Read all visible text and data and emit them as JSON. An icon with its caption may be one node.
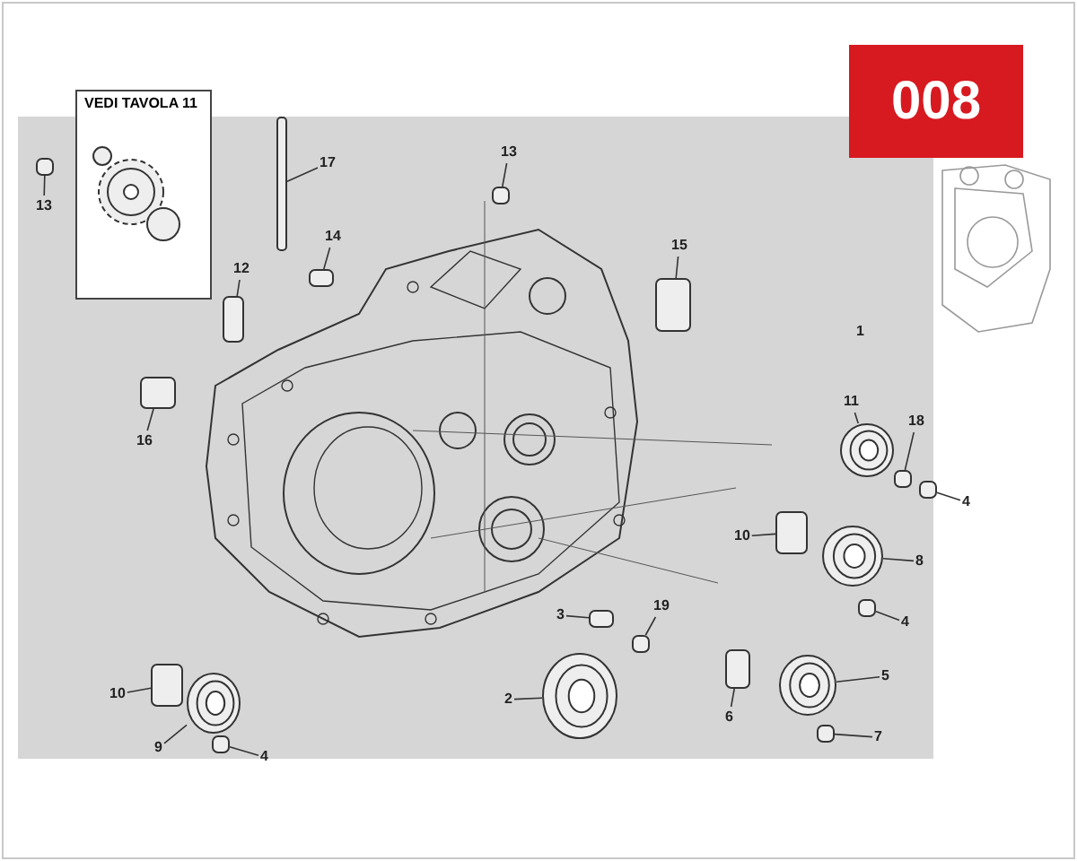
{
  "diagram": {
    "nodes": [
      {
        "text": [
          "VEDI TAVOLA 11"
        ]
      },
      {
        "text": [
          "13"
        ]
      },
      {
        "text": [
          "17"
        ]
      },
      {
        "text": [
          "12"
        ]
      },
      {
        "text": [
          "14"
        ]
      },
      {
        "text": [
          "13"
        ]
      },
      {
        "text": [
          "15"
        ]
      },
      {
        "text": [
          "16"
        ]
      },
      {
        "text": [
          "11"
        ]
      },
      {
        "text": [
          "18"
        ]
      },
      {
        "text": [
          "4"
        ]
      },
      {
        "text": [
          "10"
        ]
      },
      {
        "text": [
          "8"
        ]
      },
      {
        "text": [
          "4"
        ]
      },
      {
        "text": [
          "3"
        ]
      },
      {
        "text": [
          "19"
        ]
      },
      {
        "text": [
          "2"
        ]
      },
      {
        "text": [
          "6"
        ]
      },
      {
        "text": [
          "5"
        ]
      },
      {
        "text": [
          "7"
        ]
      },
      {
        "text": [
          "10"
        ]
      },
      {
        "text": [
          "9"
        ]
      },
      {
        "text": [
          "4"
        ]
      },
      {
        "text": [],
        "shape": "box"
      },
      {
        "text": [],
        "shape": "box"
      },
      {
        "text": [],
        "shape": "box"
      },
      {
        "text": [],
        "shape": "box"
      },
      {
        "text": [],
        "shape": "box"
      },
      {
        "text": [],
        "shape": "box"
      },
      {
        "text": [],
        "shape": "box"
      },
      {
        "text": [],
        "shape": "circle"
      },
      {
        "text": [],
        "shape": "box"
      },
      {
        "text": [],
        "shape": "box"
      },
      {
        "text": [],
        "shape": "box"
      },
      {
        "text": [],
        "shape": "circle"
      },
      {
        "text": [],
        "shape": "box"
      },
      {
        "text": [],
        "shape": "box"
      },
      {
        "text": [],
        "shape": "box"
      },
      {
        "text": [],
        "shape": "box"
      },
      {
        "text": [],
        "shape": "box"
      },
      {
        "text": [],
        "shape": "circle"
      },
      {
        "text": [],
        "shape": "circle"
      },
      {
        "text": [],
        "shape": "circle"
      },
      {
        "text": [],
        "shape": "box"
      },
      {
        "text": [],
        "shape": "box"
      }
    ],
    "edges": [
      {
        "from": 1,
        "to": 24,
        "arrow": "none"
      },
      {
        "from": 2,
        "to": 23,
        "arrow": "none"
      },
      {
        "from": 3,
        "to": 28,
        "arrow": "none"
      },
      {
        "from": 4,
        "to": 26,
        "arrow": "none"
      },
      {
        "from": 5,
        "to": 25,
        "arrow": "none"
      },
      {
        "from": 6,
        "to": 27,
        "arrow": "none"
      },
      {
        "from": 7,
        "to": 29,
        "arrow": "none"
      },
      {
        "from": 8,
        "to": 30,
        "arrow": "none"
      },
      {
        "from": 9,
        "to": 31,
        "arrow": "none"
      },
      {
        "from": 10,
        "to": 32,
        "arrow": "none"
      },
      {
        "from": 11,
        "to": 33,
        "arrow": "none"
      },
      {
        "from": 12,
        "to": 34,
        "arrow": "none"
      },
      {
        "from": 13,
        "to": 35,
        "arrow": "none"
      },
      {
        "from": 14,
        "to": 36,
        "arrow": "none"
      },
      {
        "from": 15,
        "to": 37,
        "arrow": "none"
      },
      {
        "from": 16,
        "to": 41,
        "arrow": "none"
      },
      {
        "from": 17,
        "to": 38,
        "arrow": "none"
      },
      {
        "from": 18,
        "to": 40,
        "arrow": "none"
      },
      {
        "from": 19,
        "to": 43,
        "arrow": "none"
      },
      {
        "from": 20,
        "to": 39,
        "arrow": "none"
      },
      {
        "from": 21,
        "to": 42,
        "arrow": "none"
      },
      {
        "from": 22,
        "to": 44,
        "arrow": "none"
      }
    ],
    "labels": [
      "008",
      "1"
    ]
  }
}
